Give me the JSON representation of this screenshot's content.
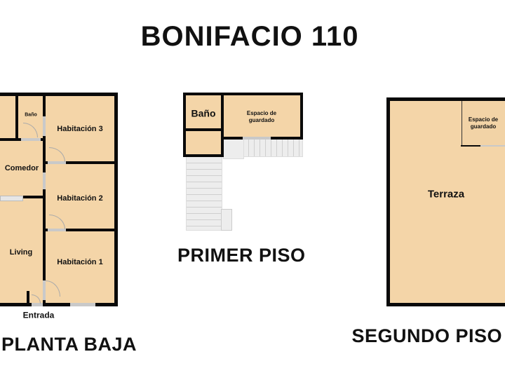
{
  "title": "BONIFACIO 110",
  "planta_baja": {
    "label": "PLANTA BAJA",
    "rooms": {
      "bano": "Baño",
      "habitacion3": "Habitación 3",
      "comedor": "Comedor",
      "habitacion2": "Habitación 2",
      "living": "Living",
      "habitacion1": "Habitación 1"
    },
    "entrada": "Entrada"
  },
  "primer_piso": {
    "label": "PRIMER PISO",
    "rooms": {
      "bano": "Baño",
      "guardado": "Espacio de\nguardado"
    }
  },
  "segundo_piso": {
    "label": "SEGUNDO PISO",
    "rooms": {
      "terraza": "Terraza",
      "guardado": "Espacio de\nguardado"
    }
  },
  "colors": {
    "floor": "#f4d5a8",
    "wall": "#0a0a0a"
  }
}
